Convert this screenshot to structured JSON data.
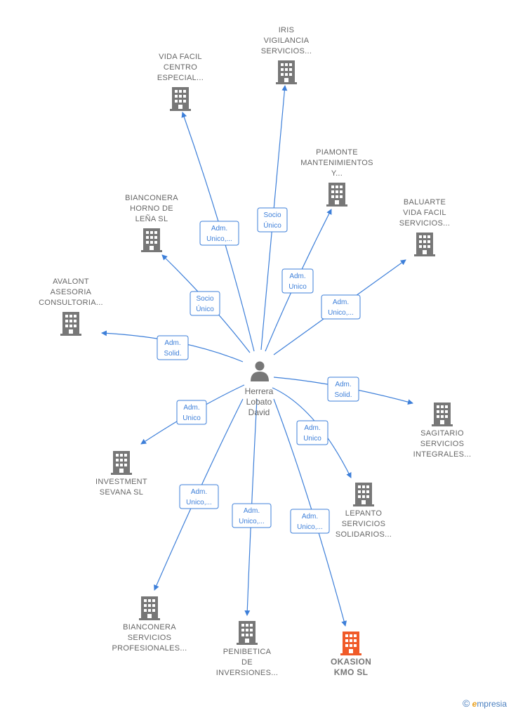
{
  "center": {
    "name_lines": [
      "Herrera",
      "Lobato",
      "David"
    ],
    "icon": "person-icon"
  },
  "nodes": [
    {
      "id": "iris",
      "lines": [
        "IRIS",
        "VIGILANCIA",
        "SERVICIOS..."
      ],
      "icon": "building-icon",
      "color": "#777777",
      "highlight": false
    },
    {
      "id": "vida-facil-centro",
      "lines": [
        "VIDA FACIL",
        "CENTRO",
        "ESPECIAL..."
      ],
      "icon": "building-icon",
      "color": "#777777",
      "highlight": false
    },
    {
      "id": "piamonte",
      "lines": [
        "PIAMONTE",
        "MANTENIMIENTOS",
        "Y..."
      ],
      "icon": "building-icon",
      "color": "#777777",
      "highlight": false
    },
    {
      "id": "baluarte",
      "lines": [
        "BALUARTE",
        "VIDA FACIL",
        "SERVICIOS..."
      ],
      "icon": "building-icon",
      "color": "#777777",
      "highlight": false
    },
    {
      "id": "bianconera-horno",
      "lines": [
        "BIANCONERA",
        "HORNO DE",
        "LEÑA  SL"
      ],
      "icon": "building-icon",
      "color": "#777777",
      "highlight": false
    },
    {
      "id": "avalont",
      "lines": [
        "AVALONT",
        "ASESORIA",
        "CONSULTORIA..."
      ],
      "icon": "building-icon",
      "color": "#777777",
      "highlight": false
    },
    {
      "id": "sagitario",
      "lines": [
        "SAGITARIO",
        "SERVICIOS",
        "INTEGRALES..."
      ],
      "icon": "building-icon",
      "color": "#777777",
      "highlight": false
    },
    {
      "id": "investment",
      "lines": [
        "INVESTMENT",
        "SEVANA  SL"
      ],
      "icon": "building-icon",
      "color": "#777777",
      "highlight": false
    },
    {
      "id": "lepanto",
      "lines": [
        "LEPANTO",
        "SERVICIOS",
        "SOLIDARIOS..."
      ],
      "icon": "building-icon",
      "color": "#777777",
      "highlight": false
    },
    {
      "id": "bianconera-servicios",
      "lines": [
        "BIANCONERA",
        "SERVICIOS",
        "PROFESIONALES..."
      ],
      "icon": "building-icon",
      "color": "#777777",
      "highlight": false
    },
    {
      "id": "penibetica",
      "lines": [
        "PENIBETICA",
        "DE",
        "INVERSIONES..."
      ],
      "icon": "building-icon",
      "color": "#777777",
      "highlight": false
    },
    {
      "id": "okasion",
      "lines": [
        "OKASION",
        "KMO  SL"
      ],
      "icon": "building-icon",
      "color": "#f05a28",
      "highlight": true
    }
  ],
  "edges": [
    {
      "to": "iris",
      "label_lines": [
        "Socio",
        "Único"
      ]
    },
    {
      "to": "vida-facil-centro",
      "label_lines": [
        "Adm.",
        "Unico,..."
      ]
    },
    {
      "to": "piamonte",
      "label_lines": [
        "Adm.",
        "Unico"
      ]
    },
    {
      "to": "baluarte",
      "label_lines": [
        "Adm.",
        "Unico,..."
      ]
    },
    {
      "to": "bianconera-horno",
      "label_lines": [
        "Socio",
        "Único"
      ]
    },
    {
      "to": "avalont",
      "label_lines": [
        "Adm.",
        "Solid."
      ]
    },
    {
      "to": "sagitario",
      "label_lines": [
        "Adm.",
        "Solid."
      ]
    },
    {
      "to": "investment",
      "label_lines": [
        "Adm.",
        "Unico"
      ]
    },
    {
      "to": "lepanto",
      "label_lines": [
        "Adm.",
        "Unico"
      ]
    },
    {
      "to": "bianconera-servicios",
      "label_lines": [
        "Adm.",
        "Unico,..."
      ]
    },
    {
      "to": "penibetica",
      "label_lines": [
        "Adm.",
        "Unico,..."
      ]
    },
    {
      "to": "okasion",
      "label_lines": [
        "Adm.",
        "Unico,..."
      ]
    }
  ],
  "colors": {
    "edge": "#3d7fd9",
    "building": "#777777",
    "highlight": "#f05a28",
    "person": "#777777"
  },
  "footer": {
    "copyright": "©",
    "brand_initial": "e",
    "brand_rest": "mpresia"
  }
}
